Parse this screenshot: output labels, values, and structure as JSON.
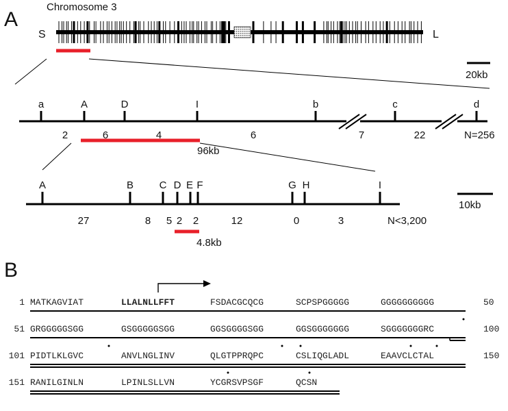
{
  "panel_a": {
    "label": "A",
    "chromosome_title": "Chromosome 3",
    "end_left": "S",
    "end_right": "L",
    "scale_1": "20kb",
    "map1": {
      "markers": [
        "a",
        "A",
        "D",
        "I",
        "b",
        "c",
        "d"
      ],
      "intervals": [
        "2",
        "6",
        "4",
        "6",
        "7",
        "22"
      ],
      "count": "N=256",
      "region_size": "96kb"
    },
    "map2": {
      "markers": [
        "A",
        "B",
        "C",
        "D",
        "E",
        "F",
        "G",
        "H",
        "I"
      ],
      "intervals": [
        "27",
        "8",
        "5",
        "2",
        "2",
        "12",
        "0",
        "3"
      ],
      "count": "N<3,200",
      "scale_2": "10kb",
      "region_size": "4.8kb"
    }
  },
  "panel_b": {
    "label": "B",
    "colors": {
      "highlight": "#e8202a",
      "line": "#000000"
    },
    "rows": [
      {
        "start": "1",
        "end": "50",
        "blocks": [
          "MATKAGVIAT",
          "LLALNLLFFT",
          "FSDACGCQCG",
          "SCPSPGGGGG",
          "GGGGGGGGGG"
        ]
      },
      {
        "start": "51",
        "end": "100",
        "blocks": [
          "GRGGGGGSGG",
          "GSGGGGGSGG",
          "GGSGGGGSGG",
          "GGSGGGGGGG",
          "SGGGGGGGRC"
        ]
      },
      {
        "start": "101",
        "end": "150",
        "blocks": [
          "PIDTLKLGVC",
          "ANVLNGLINV",
          "QLGTPPRQPC",
          "CSLIQGLADL",
          "EAAVCLCTAL"
        ]
      },
      {
        "start": "151",
        "end": "",
        "blocks": [
          "RANILGINLN",
          "LPINLSLLVN",
          "YCGRSVPSGF",
          "QCSN"
        ]
      }
    ]
  }
}
